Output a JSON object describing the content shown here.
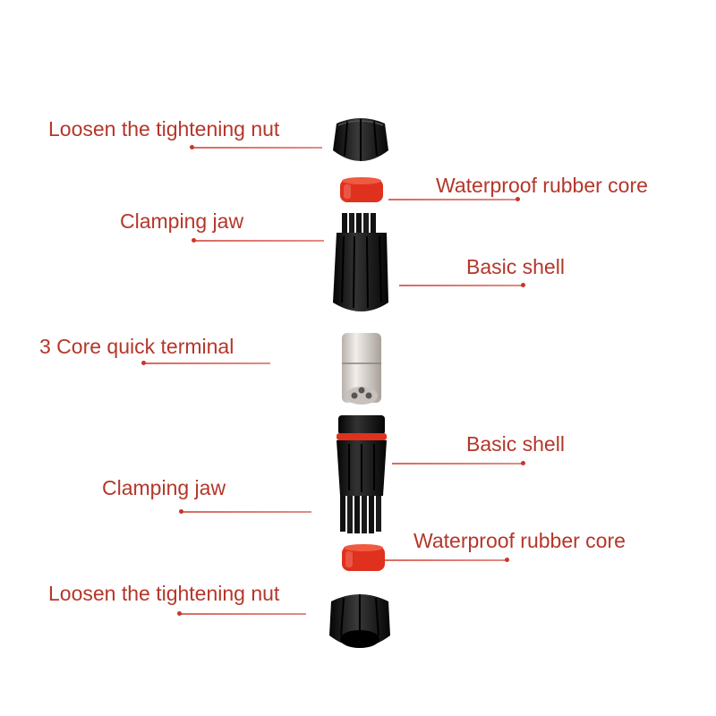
{
  "labels": {
    "top_nut": "Loosen the tightening nut",
    "top_rubber_core": "Waterproof rubber core",
    "top_clamping_jaw": "Clamping jaw",
    "top_basic_shell": "Basic shell",
    "quick_terminal": "3 Core quick terminal",
    "bottom_basic_shell": "Basic shell",
    "bottom_clamping_jaw": "Clamping jaw",
    "bottom_rubber_core": "Waterproof rubber core",
    "bottom_nut": "Loosen the tightening nut"
  },
  "colors": {
    "label_text": "#b5362a",
    "leader_line": "#d65a50",
    "part_black": "#141414",
    "rubber_red": "#e0301e",
    "terminal_metal": "#d8d2cc"
  }
}
